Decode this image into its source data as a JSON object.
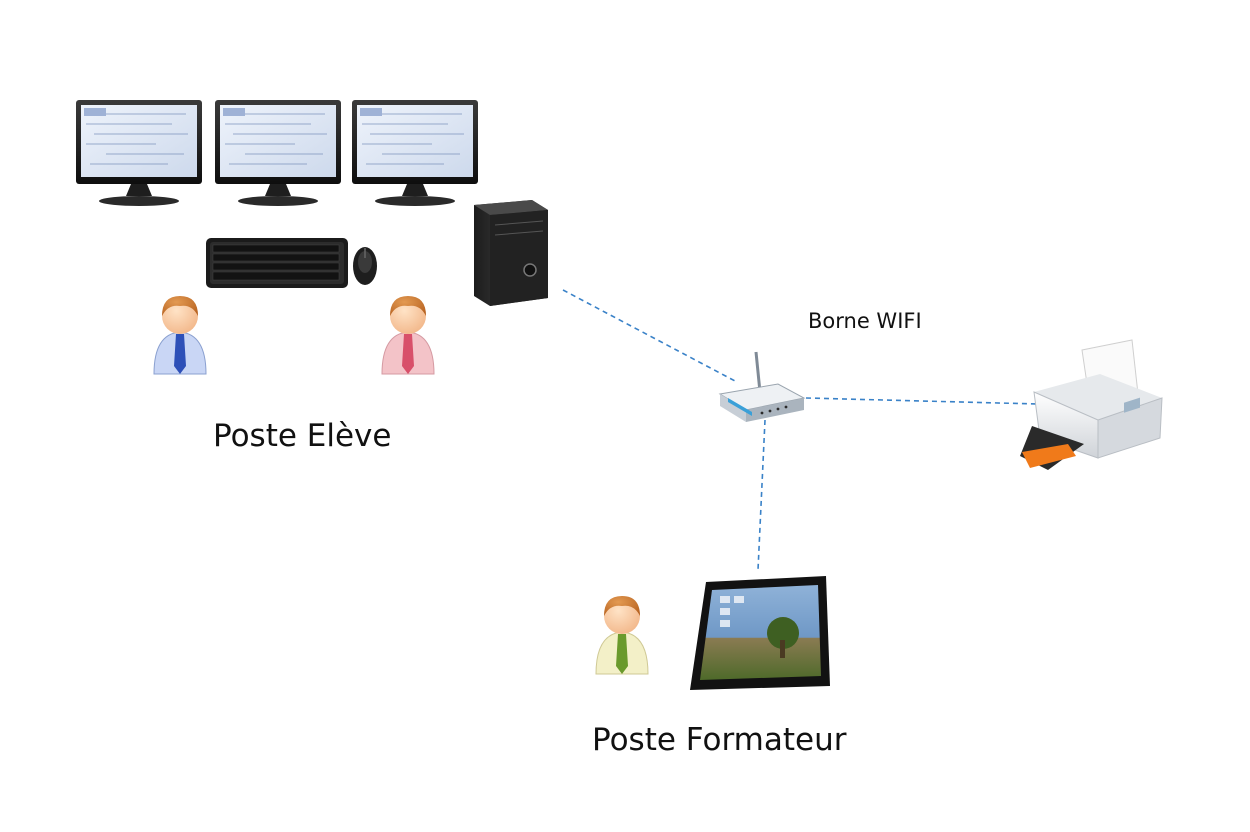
{
  "diagram": {
    "nodes": [
      {
        "id": "poste-eleve",
        "label": "Poste Elève",
        "icon": "workstation-icon"
      },
      {
        "id": "borne-wifi",
        "label": "Borne WIFI",
        "icon": "wifi-router-icon"
      },
      {
        "id": "imprimante",
        "label": "",
        "icon": "printer-icon"
      },
      {
        "id": "poste-formateur",
        "label": "Poste Formateur",
        "icon": "tablet-icon"
      }
    ],
    "connections": [
      {
        "from": "poste-eleve",
        "to": "borne-wifi",
        "style": "dashed"
      },
      {
        "from": "borne-wifi",
        "to": "imprimante",
        "style": "dashed"
      },
      {
        "from": "borne-wifi",
        "to": "poste-formateur",
        "style": "dashed"
      }
    ],
    "colors": {
      "link": "#3a82c8",
      "student_1_shirt": "#c9d6f5",
      "student_2_shirt": "#f3c3c8",
      "trainer_shirt": "#f3f0c8",
      "printer_tray": "#f07a1a",
      "router_accent": "#3aa0d8"
    }
  }
}
